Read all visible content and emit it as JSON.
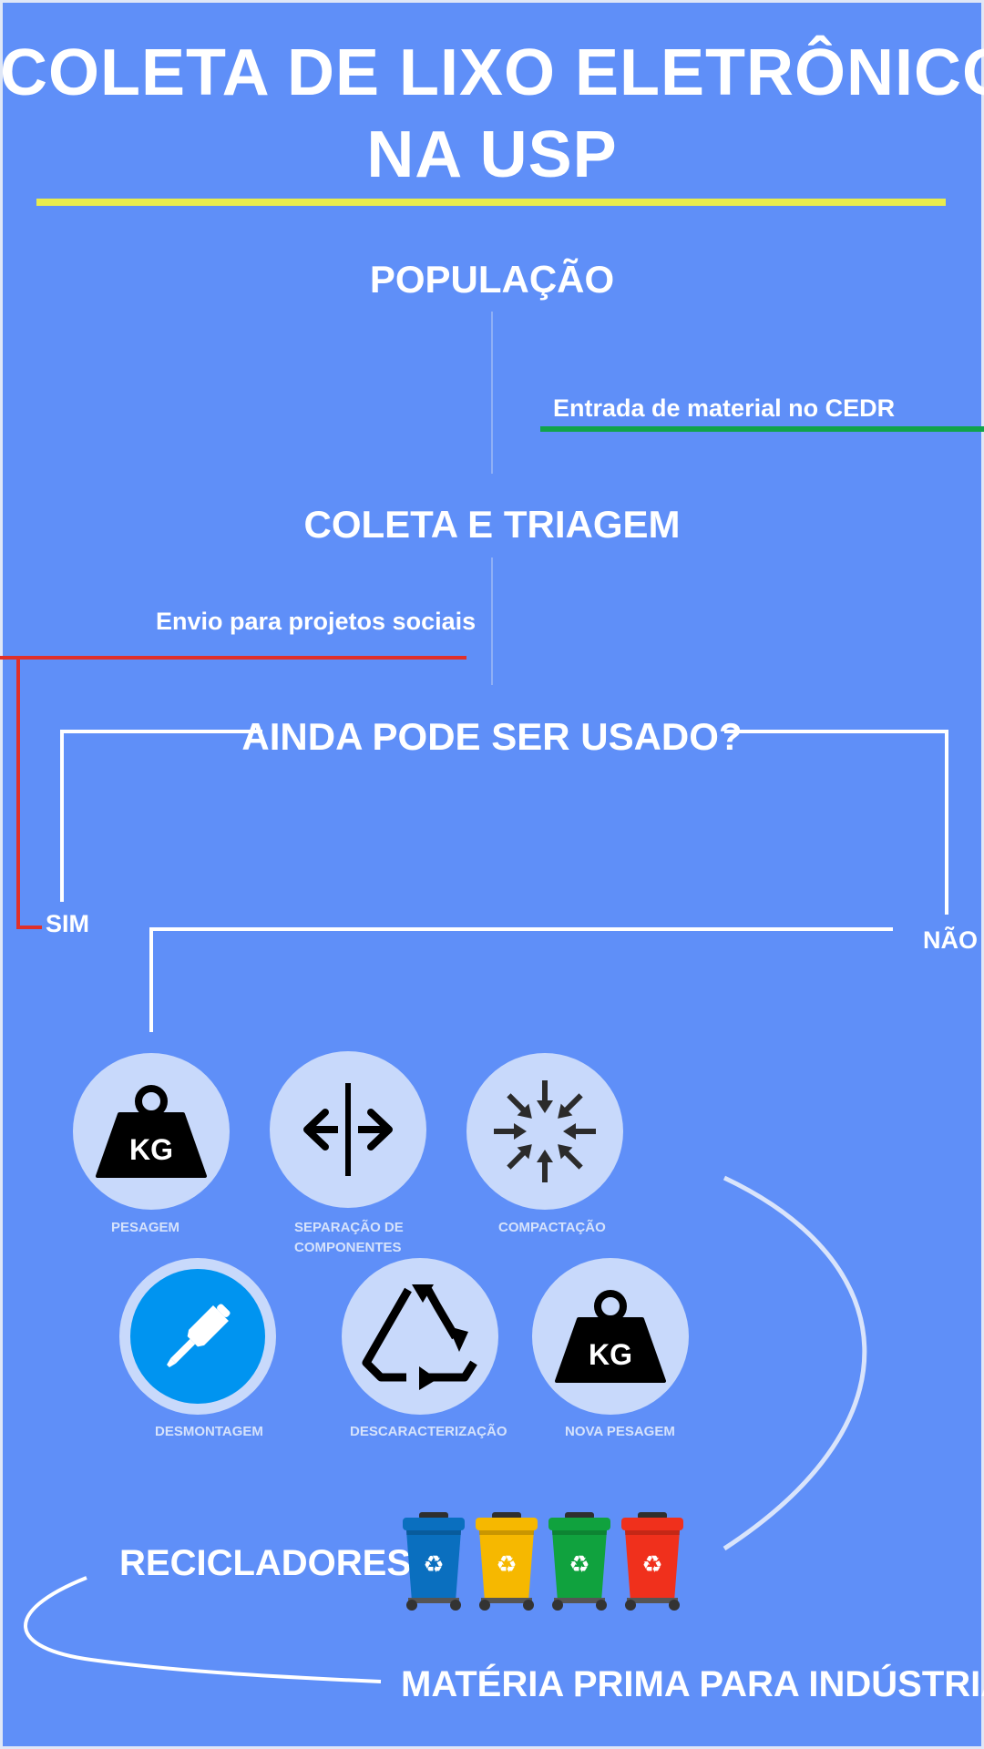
{
  "title": {
    "line1": "COLETA DE LIXO ELETRÔNICO",
    "line2": "NA USP"
  },
  "flow": {
    "populacao": "POPULAÇÃO",
    "entrada": "Entrada de material no CEDR",
    "coleta": "COLETA E TRIAGEM",
    "envio": "Envio para projetos sociais",
    "pergunta": "AINDA PODE SER USADO?",
    "sim": "SIM",
    "nao": "NÃO"
  },
  "steps": [
    {
      "label": "PESAGEM",
      "icon": "weight-kg-icon",
      "badge": "KG"
    },
    {
      "label": "SEPARAÇÃO DE COMPONENTES",
      "line1": "SEPARAÇÃO DE",
      "line2": "COMPONENTES",
      "icon": "split-arrows-icon"
    },
    {
      "label": "COMPACTAÇÃO",
      "icon": "compress-arrows-icon"
    },
    {
      "label": "DESMONTAGEM",
      "icon": "screwdriver-icon"
    },
    {
      "label": "DESCARACTERIZAÇÃO",
      "icon": "recycle-triangle-icon"
    },
    {
      "label": "NOVA PESAGEM",
      "icon": "weight-kg-icon",
      "badge": "KG"
    }
  ],
  "recicladores": "RECICLADORES",
  "materia": "MATÉRIA PRIMA PARA INDÚSTRIA",
  "bins": [
    {
      "color": "#0a6fbf",
      "icon": "recycle-bin-icon"
    },
    {
      "color": "#f6b800",
      "icon": "recycle-bin-icon"
    },
    {
      "color": "#10a23e",
      "icon": "recycle-bin-icon"
    },
    {
      "color": "#f0301c",
      "icon": "recycle-bin-icon"
    }
  ],
  "colors": {
    "background": "#5f8ff8",
    "title_rule": "#e9ec4e",
    "entrada_line": "#11a34a",
    "envio_line": "#e0302a",
    "icon_circle": "#c8d9fb",
    "desmontagem_circle": "#0094f0"
  }
}
